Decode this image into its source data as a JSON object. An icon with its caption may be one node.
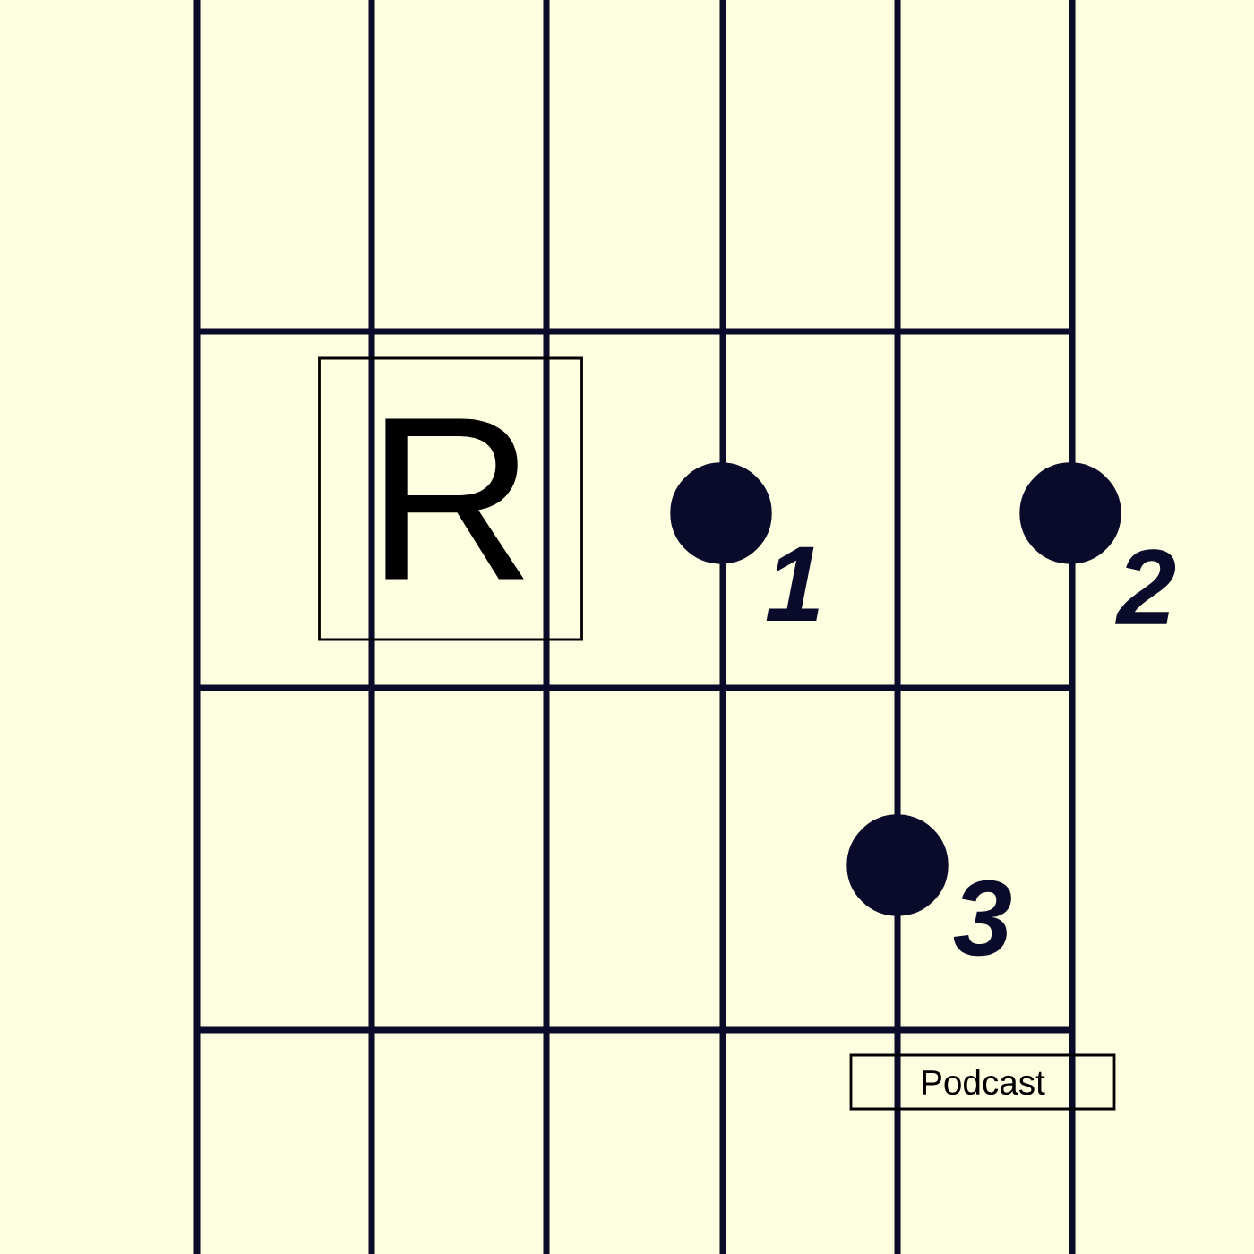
{
  "diagram": {
    "nodes": [
      {
        "text": [
          "R"
        ]
      },
      {
        "text": [],
        "shape": "circle",
        "beside": [
          "1"
        ]
      },
      {
        "text": [],
        "shape": "circle",
        "beside": [
          "2"
        ]
      },
      {
        "text": [],
        "shape": "circle",
        "beside": [
          "3"
        ]
      },
      {
        "text": [
          "Podcast"
        ]
      }
    ]
  }
}
